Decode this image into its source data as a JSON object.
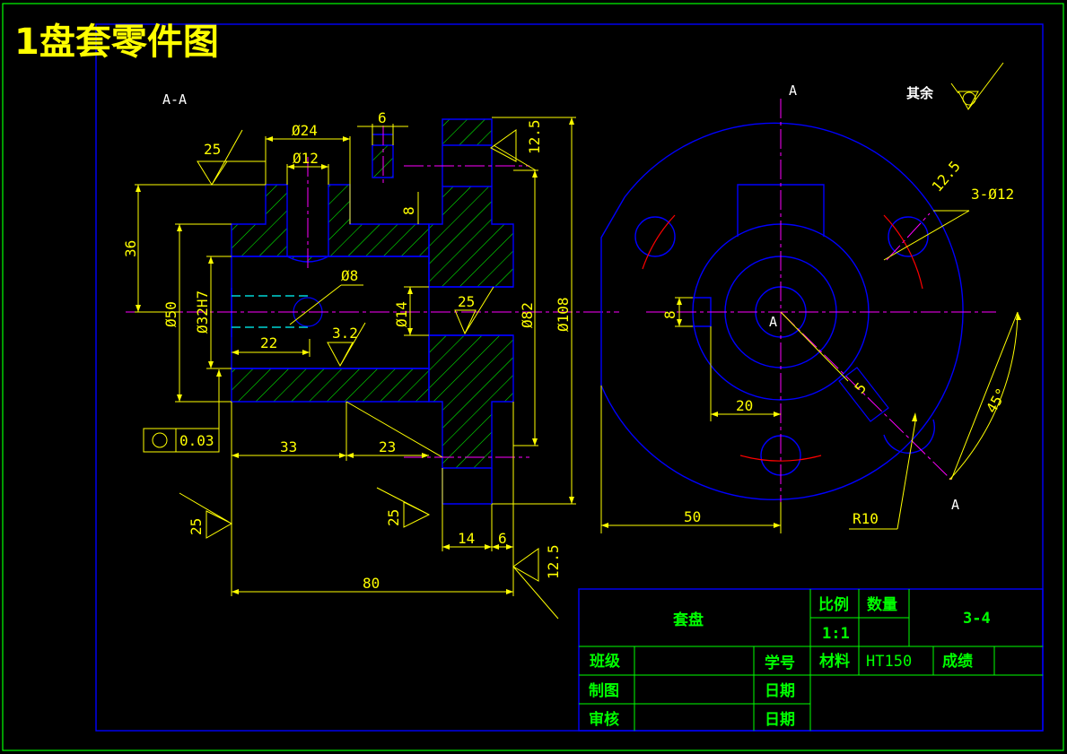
{
  "title": "1盘套零件图",
  "section_label": "A-A",
  "roughness_note": "其余",
  "colors": {
    "frame": "#0000ff",
    "border": "#00ff00",
    "dim": "#ffff00",
    "hatch": "#00ff00",
    "center": "#ff00ff",
    "arc": "#ff0000",
    "text": "#ffffff",
    "hidden": "#00ffff"
  },
  "section_dims": {
    "d24": "Ø24",
    "d12": "Ø12",
    "w6": "6",
    "r12_5_top": "12.5",
    "r25_a": "25",
    "h8": "8",
    "h36": "36",
    "d50": "Ø50",
    "d32": "Ø32H7",
    "d8": "Ø8",
    "d14": "Ø14",
    "r25_b": "25",
    "d82": "Ø82",
    "d108": "Ø108",
    "l22": "22",
    "r3_2": "3.2",
    "tol_value": "0.03",
    "l33": "33",
    "l23": "23",
    "r25_c": "25",
    "r25_d": "25",
    "l14": "14",
    "l6": "6",
    "r12_5_bot": "12.5",
    "l80": "80"
  },
  "front_dims": {
    "label_a_top": "A",
    "label_a_center": "A",
    "label_a_bottom": "A",
    "r12_5": "12.5",
    "holes": "3-Ø12",
    "h8": "8",
    "w5": "5",
    "l20": "20",
    "angle": "45°",
    "l50": "50",
    "r10": "R10"
  },
  "title_block": {
    "part_name": "套盘",
    "scale_label": "比例",
    "quantity_label": "数量",
    "scale_value": "1:1",
    "drawing_no": "3-4",
    "class_label": "班级",
    "student_no_label": "学号",
    "material_label": "材料",
    "material_value": "HT150",
    "grade_label": "成绩",
    "drawn_label": "制图",
    "date_label_1": "日期",
    "review_label": "审核",
    "date_label_2": "日期"
  }
}
